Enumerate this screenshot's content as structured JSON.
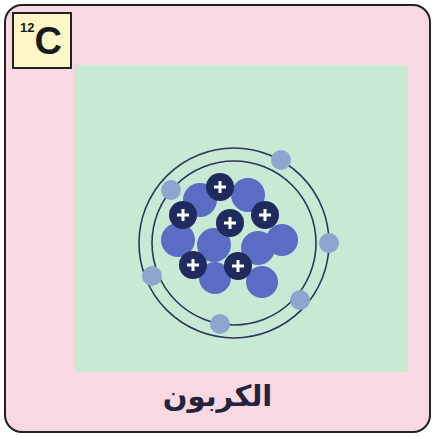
{
  "diagram": {
    "nodes": [
      {
        "text": [
          "الكربون"
        ]
      },
      {
        "text": [
          "12",
          "C"
        ],
        "in": 0
      }
    ]
  }
}
